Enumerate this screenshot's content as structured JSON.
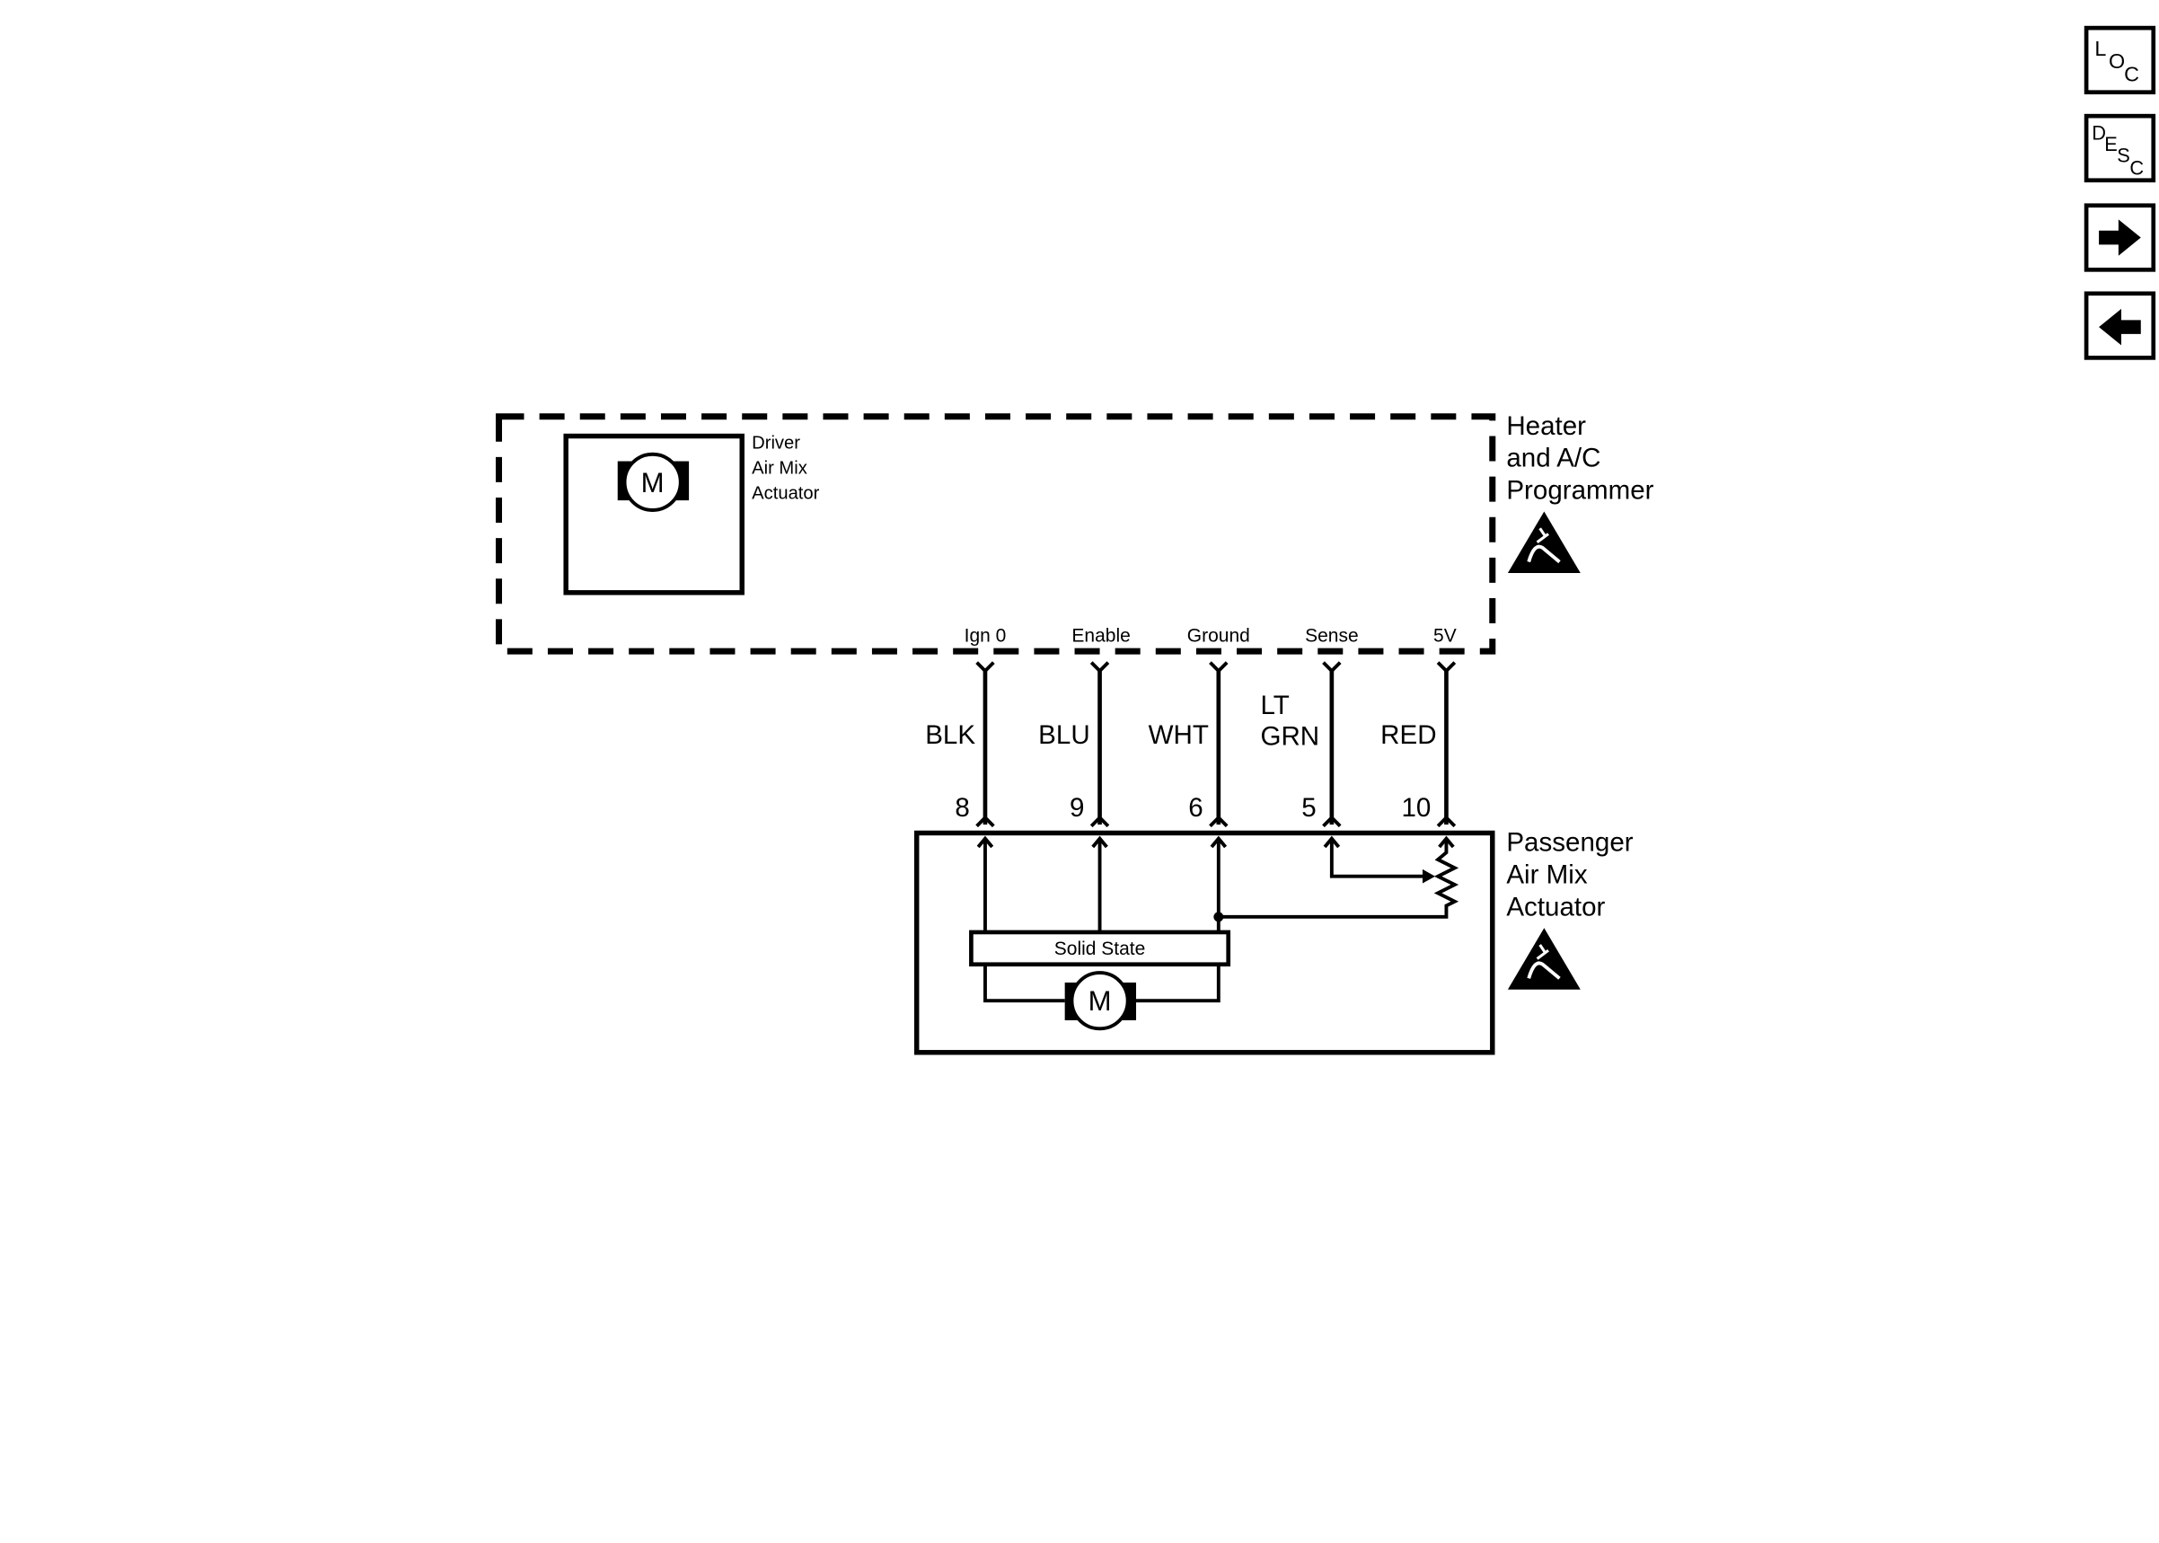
{
  "programmer": {
    "label_lines": [
      "Heater",
      "and A/C",
      "Programmer"
    ],
    "driver_actuator_lines": [
      "Driver",
      "Air Mix",
      "Actuator"
    ],
    "motor_symbol": "M",
    "esd_icon": "esd-warning-icon"
  },
  "pins": [
    {
      "signal": "Ign 0",
      "wire_color": [
        "BLK"
      ],
      "terminal": "8"
    },
    {
      "signal": "Enable",
      "wire_color": [
        "BLU"
      ],
      "terminal": "9"
    },
    {
      "signal": "Ground",
      "wire_color": [
        "WHT"
      ],
      "terminal": "6"
    },
    {
      "signal": "Sense",
      "wire_color": [
        "LT",
        "GRN"
      ],
      "terminal": "5"
    },
    {
      "signal": "5V",
      "wire_color": [
        "RED"
      ],
      "terminal": "10"
    }
  ],
  "actuator": {
    "label_lines": [
      "Passenger",
      "Air Mix",
      "Actuator"
    ],
    "solid_state_label": "Solid State",
    "motor_symbol": "M",
    "esd_icon": "esd-warning-icon"
  },
  "nav_buttons": [
    {
      "name": "loc",
      "icon": "loc-icon",
      "letters": [
        "L",
        "O",
        "C"
      ]
    },
    {
      "name": "desc",
      "icon": "desc-icon",
      "letters": [
        "D",
        "E",
        "S",
        "C"
      ]
    },
    {
      "name": "next",
      "icon": "arrow-right-icon"
    },
    {
      "name": "prev",
      "icon": "arrow-left-icon"
    }
  ]
}
